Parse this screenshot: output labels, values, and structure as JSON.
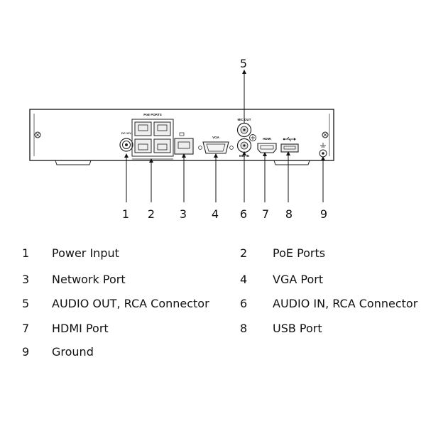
{
  "device": {
    "labels": {
      "dc_in": "DC 12V",
      "poe_ports": "PoE PORTS",
      "vga": "VGA",
      "mic_out": "MIC OUT",
      "mic_in": "MIC IN",
      "hdmi": "HDMI"
    }
  },
  "callouts": [
    "1",
    "2",
    "3",
    "4",
    "5",
    "6",
    "7",
    "8",
    "9"
  ],
  "legend": [
    {
      "number": "1",
      "text": "Power Input"
    },
    {
      "number": "2",
      "text": "PoE Ports"
    },
    {
      "number": "3",
      "text": "Network Port"
    },
    {
      "number": "4",
      "text": "VGA Port"
    },
    {
      "number": "5",
      "text": "AUDIO OUT, RCA Connector"
    },
    {
      "number": "6",
      "text": "AUDIO IN, RCA Connector"
    },
    {
      "number": "7",
      "text": "HDMI Port"
    },
    {
      "number": "8",
      "text": "USB Port"
    },
    {
      "number": "9",
      "text": "Ground"
    }
  ]
}
